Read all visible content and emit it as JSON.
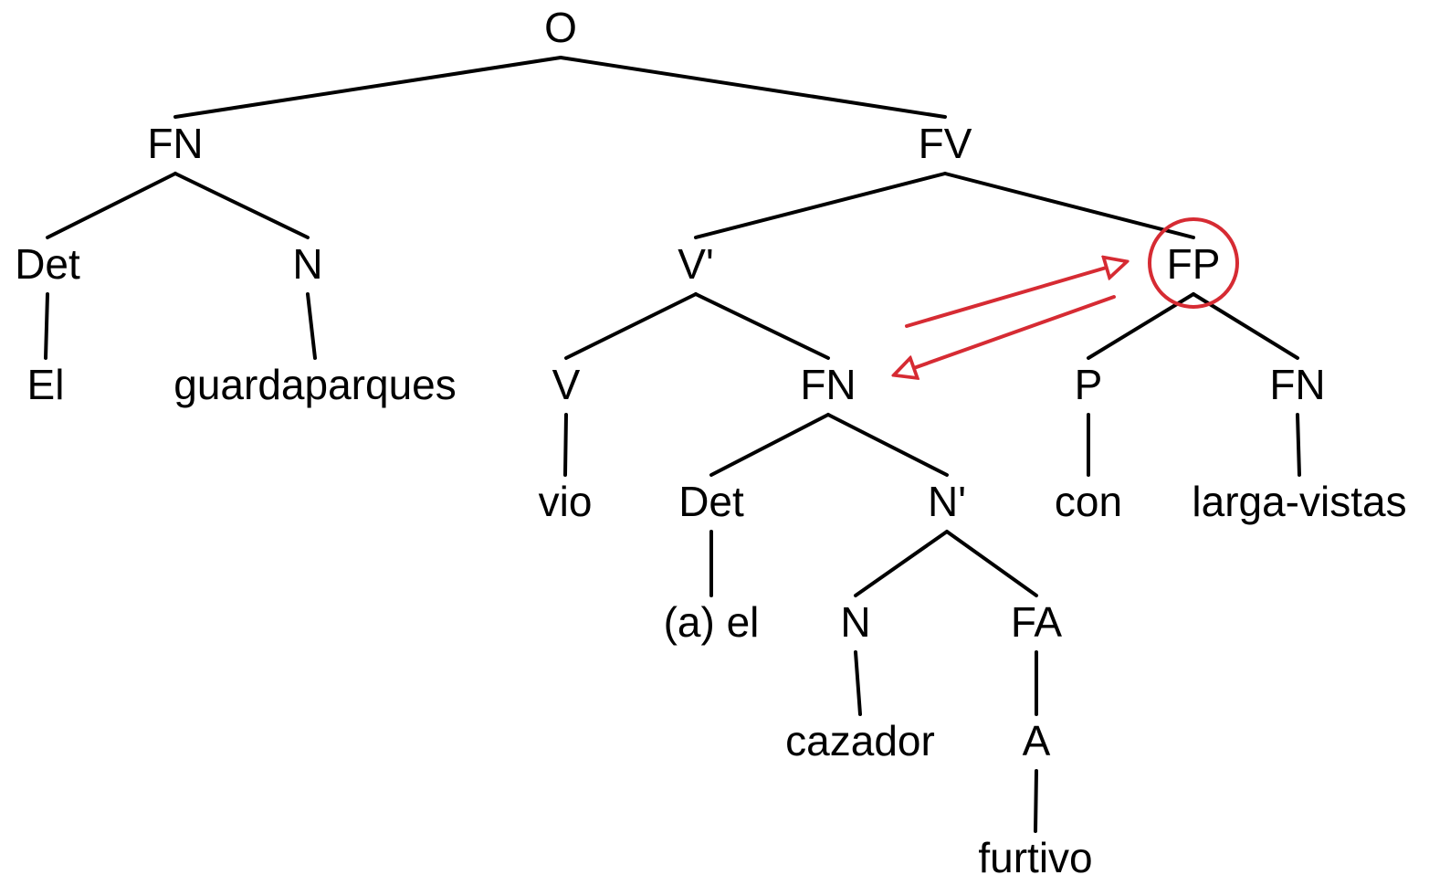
{
  "colors": {
    "ink": "#000000",
    "highlight": "#d62b33",
    "background": "#ffffff"
  },
  "tree": {
    "nodes": [
      {
        "id": "o",
        "label": "O"
      },
      {
        "id": "fn-subject",
        "label": "FN"
      },
      {
        "id": "fv",
        "label": "FV"
      },
      {
        "id": "det-subject",
        "label": "Det"
      },
      {
        "id": "n-subject",
        "label": "N"
      },
      {
        "id": "word-el",
        "label": "El"
      },
      {
        "id": "word-guardaparques",
        "label": "guardaparques"
      },
      {
        "id": "v-bar",
        "label": "V'"
      },
      {
        "id": "fp",
        "label": "FP"
      },
      {
        "id": "v",
        "label": "V"
      },
      {
        "id": "fn-object",
        "label": "FN"
      },
      {
        "id": "p",
        "label": "P"
      },
      {
        "id": "fn-pp",
        "label": "FN"
      },
      {
        "id": "word-vio",
        "label": "vio"
      },
      {
        "id": "det-object",
        "label": "Det"
      },
      {
        "id": "n-bar",
        "label": "N'"
      },
      {
        "id": "word-con",
        "label": "con"
      },
      {
        "id": "word-larga-vistas",
        "label": "larga-vistas"
      },
      {
        "id": "word-a-el",
        "label": "(a) el"
      },
      {
        "id": "n-object",
        "label": "N"
      },
      {
        "id": "fa",
        "label": "FA"
      },
      {
        "id": "word-cazador",
        "label": "cazador"
      },
      {
        "id": "a",
        "label": "A"
      },
      {
        "id": "word-furtivo",
        "label": "furtivo"
      }
    ],
    "edges": [
      [
        "o",
        "fn-subject"
      ],
      [
        "o",
        "fv"
      ],
      [
        "fn-subject",
        "det-subject"
      ],
      [
        "fn-subject",
        "n-subject"
      ],
      [
        "det-subject",
        "word-el"
      ],
      [
        "n-subject",
        "word-guardaparques"
      ],
      [
        "fv",
        "v-bar"
      ],
      [
        "fv",
        "fp"
      ],
      [
        "v-bar",
        "v"
      ],
      [
        "v-bar",
        "fn-object"
      ],
      [
        "v",
        "word-vio"
      ],
      [
        "fn-object",
        "det-object"
      ],
      [
        "fn-object",
        "n-bar"
      ],
      [
        "det-object",
        "word-a-el"
      ],
      [
        "n-bar",
        "n-object"
      ],
      [
        "n-bar",
        "fa"
      ],
      [
        "n-object",
        "word-cazador"
      ],
      [
        "fa",
        "a"
      ],
      [
        "a",
        "word-furtivo"
      ],
      [
        "fp",
        "p"
      ],
      [
        "fp",
        "fn-pp"
      ],
      [
        "p",
        "word-con"
      ],
      [
        "fn-pp",
        "word-larga-vistas"
      ]
    ],
    "highlighted_node": "fp",
    "attachment_arrows": [
      {
        "from": "fn-object",
        "to": "fp"
      },
      {
        "from": "fp",
        "to": "fn-object"
      }
    ]
  }
}
